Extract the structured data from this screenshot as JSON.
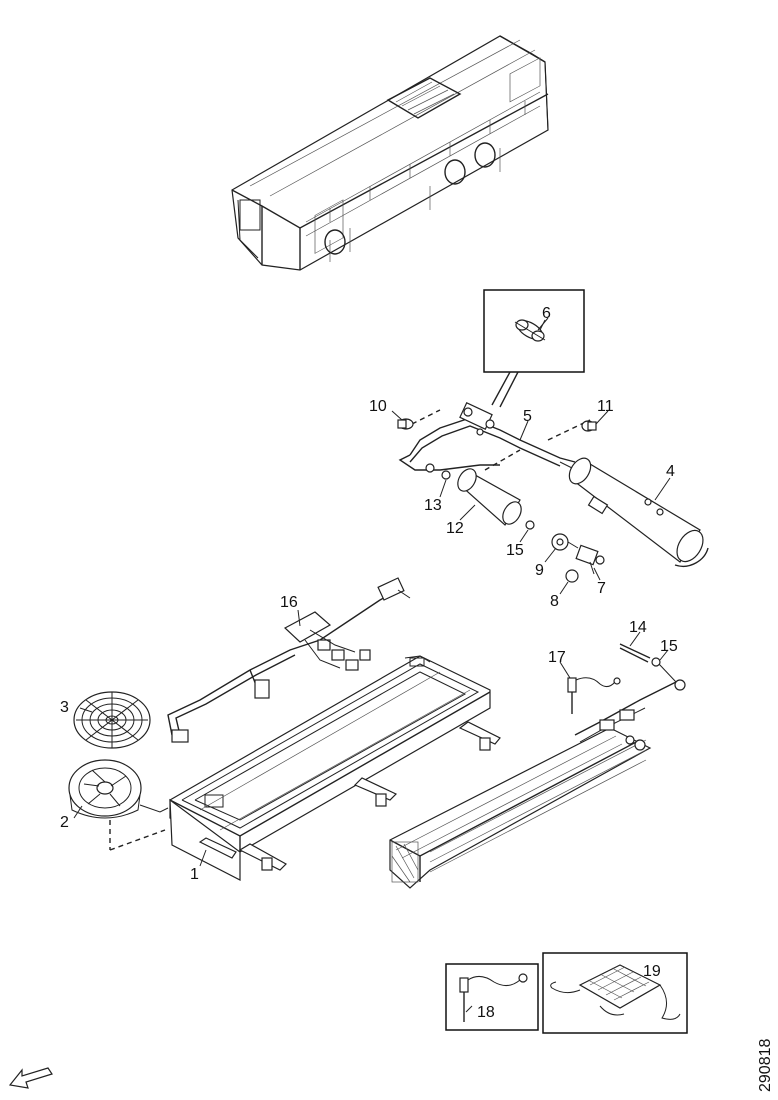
{
  "callouts": {
    "c1": "1",
    "c2": "2",
    "c3": "3",
    "c4": "4",
    "c5": "5",
    "c6": "6",
    "c7": "7",
    "c8": "8",
    "c9": "9",
    "c10": "10",
    "c11": "11",
    "c12": "12",
    "c13": "13",
    "c14": "14",
    "c15a": "15",
    "c15b": "15",
    "c16": "16",
    "c17": "17",
    "c18": "18",
    "c19": "19"
  },
  "document_id": "290818"
}
